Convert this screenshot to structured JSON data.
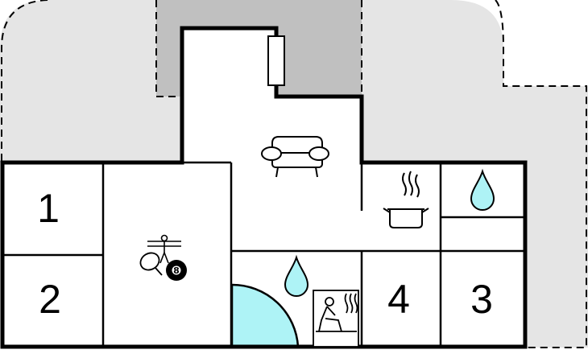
{
  "floorplan": {
    "rooms": [
      {
        "id": "room-1",
        "number": "1"
      },
      {
        "id": "room-2",
        "number": "2"
      },
      {
        "id": "room-3",
        "number": "3"
      },
      {
        "id": "room-4",
        "number": "4"
      }
    ],
    "icons": [
      "sofa-icon",
      "pot-icon",
      "water-drop-icon",
      "table-football-icon",
      "table-tennis-icon",
      "billiard-ball-icon",
      "sauna-icon",
      "pool-icon"
    ],
    "billiard_ball_number": "8",
    "colors": {
      "wall": "#000000",
      "outdoor_area": "#e5e5e5",
      "covered_area": "#c0c0c0",
      "water": "#aef3f6",
      "background": "#ffffff"
    }
  }
}
